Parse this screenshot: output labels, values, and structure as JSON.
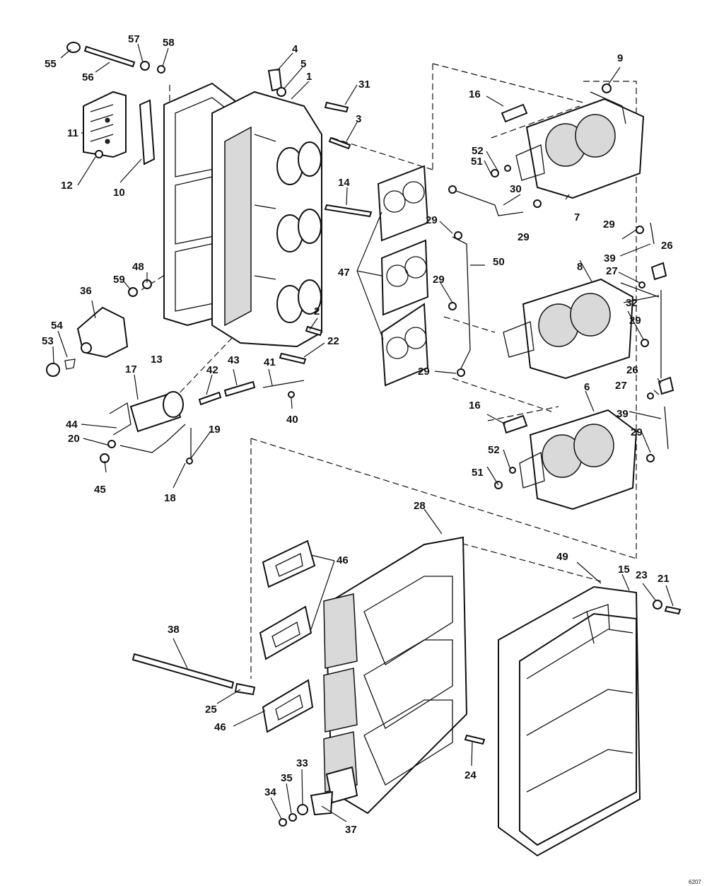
{
  "diagram": {
    "drawing_code": "6207",
    "callouts": [
      {
        "part": "intake-manifold",
        "text": "1"
      },
      {
        "part": "screw",
        "text": "2"
      },
      {
        "part": "stud",
        "text": "3"
      },
      {
        "part": "clip",
        "text": "4"
      },
      {
        "part": "nut",
        "text": "5"
      },
      {
        "part": "carburetor-bottom",
        "text": "6"
      },
      {
        "part": "carburetor-top",
        "text": "7"
      },
      {
        "part": "carburetor-center",
        "text": "8"
      },
      {
        "part": "nut",
        "text": "9"
      },
      {
        "part": "gasket-cover",
        "text": "10"
      },
      {
        "part": "cover",
        "text": "11"
      },
      {
        "part": "screw",
        "text": "12"
      },
      {
        "part": "gasket-manifold",
        "text": "13"
      },
      {
        "part": "stud",
        "text": "14"
      },
      {
        "part": "silencer-notch",
        "text": "15"
      },
      {
        "part": "throttle-lever",
        "text": "16"
      },
      {
        "part": "throttle-lever",
        "text": "16"
      },
      {
        "part": "solenoid",
        "text": "17"
      },
      {
        "part": "terminal",
        "text": "18"
      },
      {
        "part": "lead",
        "text": "19"
      },
      {
        "part": "terminal",
        "text": "20"
      },
      {
        "part": "screw",
        "text": "21"
      },
      {
        "part": "screw",
        "text": "22"
      },
      {
        "part": "washer",
        "text": "23"
      },
      {
        "part": "screw",
        "text": "24"
      },
      {
        "part": "grommet",
        "text": "25"
      },
      {
        "part": "clip",
        "text": "26"
      },
      {
        "part": "clip",
        "text": "26"
      },
      {
        "part": "screw",
        "text": "27"
      },
      {
        "part": "screw",
        "text": "27"
      },
      {
        "part": "silencer-base",
        "text": "28"
      },
      {
        "part": "fitting",
        "text": "29"
      },
      {
        "part": "fitting",
        "text": "29"
      },
      {
        "part": "fitting",
        "text": "29"
      },
      {
        "part": "fitting",
        "text": "29"
      },
      {
        "part": "fitting",
        "text": "29"
      },
      {
        "part": "fitting",
        "text": "29"
      },
      {
        "part": "fitting",
        "text": "29"
      },
      {
        "part": "hose",
        "text": "30"
      },
      {
        "part": "screw",
        "text": "31"
      },
      {
        "part": "link",
        "text": "32"
      },
      {
        "part": "washer",
        "text": "33"
      },
      {
        "part": "screw",
        "text": "34"
      },
      {
        "part": "washer",
        "text": "35"
      },
      {
        "part": "bracket",
        "text": "36"
      },
      {
        "part": "bracket",
        "text": "37"
      },
      {
        "part": "tube",
        "text": "38"
      },
      {
        "part": "link",
        "text": "39"
      },
      {
        "part": "link",
        "text": "39"
      },
      {
        "part": "pin",
        "text": "40"
      },
      {
        "part": "link",
        "text": "41"
      },
      {
        "part": "spring",
        "text": "42"
      },
      {
        "part": "plunger",
        "text": "43"
      },
      {
        "part": "clamp",
        "text": "44"
      },
      {
        "part": "screw",
        "text": "45"
      },
      {
        "part": "gasket-silencer",
        "text": "46"
      },
      {
        "part": "gasket-silencer",
        "text": "46"
      },
      {
        "part": "gasket-carburetor",
        "text": "47"
      },
      {
        "part": "washer",
        "text": "48"
      },
      {
        "part": "silencer-cover",
        "text": "49"
      },
      {
        "part": "hose",
        "text": "50"
      },
      {
        "part": "screw",
        "text": "51"
      },
      {
        "part": "screw",
        "text": "51"
      },
      {
        "part": "washer",
        "text": "52"
      },
      {
        "part": "washer",
        "text": "52"
      },
      {
        "part": "screw",
        "text": "53"
      },
      {
        "part": "washer",
        "text": "54"
      },
      {
        "part": "nut",
        "text": "55"
      },
      {
        "part": "screw",
        "text": "56"
      },
      {
        "part": "nut",
        "text": "57"
      },
      {
        "part": "washer",
        "text": "58"
      },
      {
        "part": "nut",
        "text": "59"
      }
    ]
  }
}
